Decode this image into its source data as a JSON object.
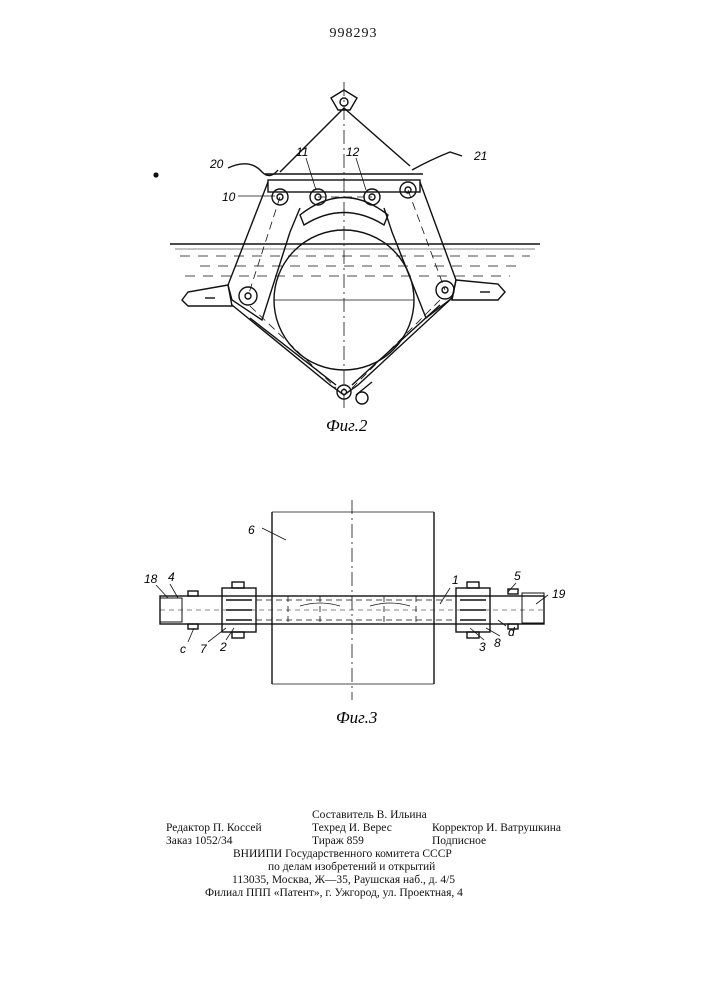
{
  "page_number": "998293",
  "figure2": {
    "caption": "Фиг.2",
    "labels": {
      "l20": "20",
      "l21": "21",
      "l11": "11",
      "l12": "12",
      "l10": "10"
    }
  },
  "figure3": {
    "caption": "Фиг.3",
    "labels": {
      "l6": "6",
      "l1": "1",
      "l5": "5",
      "l19": "19",
      "l18": "18",
      "l4": "4",
      "lc": "c",
      "l7": "7",
      "l2": "2",
      "l3": "3",
      "l8": "8",
      "ld": "d"
    }
  },
  "imprint": {
    "compiler": "Составитель В. Ильина",
    "editor": "Редактор П. Коссей",
    "techred": "Техред И. Верес",
    "corrector": "Корректор И. Ватрушкина",
    "order": "Заказ 1052/34",
    "circulation": "Тираж 859",
    "subscription": "Подписное",
    "org": "ВНИИПИ Государственного комитета СССР",
    "org2": "по делам изобретений и открытий",
    "address": "113035, Москва, Ж—35, Раушская наб., д. 4/5",
    "branch": "Филиал ППП «Патент», г. Ужгород, ул. Проектная, 4"
  }
}
